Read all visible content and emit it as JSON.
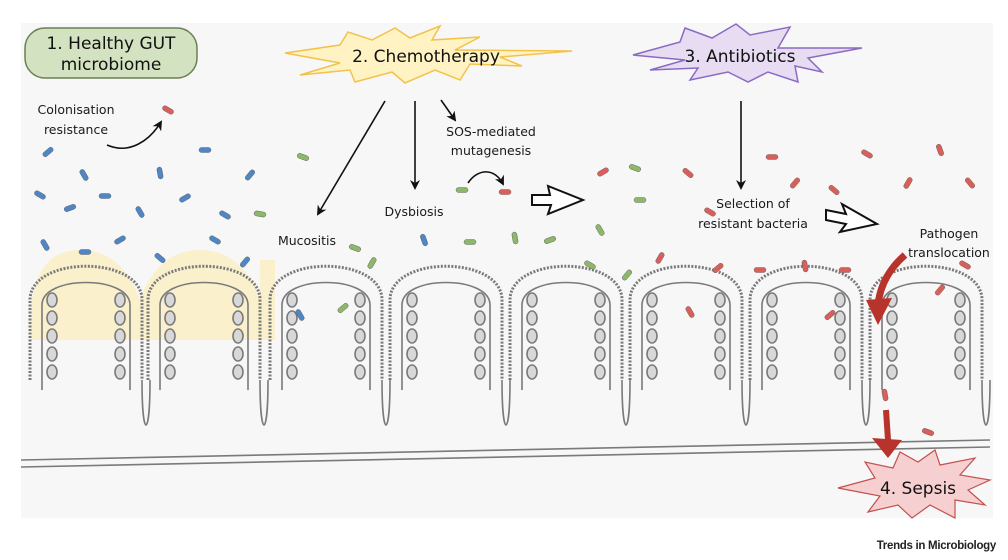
{
  "stages": {
    "healthy": {
      "line1": "1. Healthy GUT",
      "line2": "microbiome"
    },
    "chemotherapy": {
      "label": "2. Chemotherapy"
    },
    "antibiotics": {
      "label": "3. Antibiotics"
    },
    "sepsis": {
      "label": "4. Sepsis"
    }
  },
  "annotations": {
    "colonisation": {
      "line1": "Colonisation",
      "line2": "resistance"
    },
    "sos": {
      "line1": "SOS-mediated",
      "line2": "mutagenesis"
    },
    "dysbiosis": "Dysbiosis",
    "mucositis": "Mucositis",
    "selection": {
      "line1": "Selection of",
      "line2": "resistant bacteria"
    },
    "pathogen": {
      "line1": "Pathogen",
      "line2": "translocation"
    }
  },
  "credit": "Trends in Microbiology",
  "colors": {
    "healthy_fill": "#d3e2c0",
    "healthy_stroke": "#6b7f55",
    "chemo_fill": "#fff3c4",
    "chemo_stroke": "#f2c24a",
    "antibiotics_fill": "#e8dcf2",
    "antibiotics_stroke": "#8a6bc4",
    "sepsis_fill": "#f6d0d0",
    "sepsis_stroke": "#c45050",
    "bacteria_blue": "#4f86c6",
    "bacteria_green": "#8db86a",
    "bacteria_red": "#d9605a",
    "translocation_arrow": "#b8332b",
    "mucus_layer": "#fbeec4",
    "tissue_line": "#7a7a7a"
  }
}
